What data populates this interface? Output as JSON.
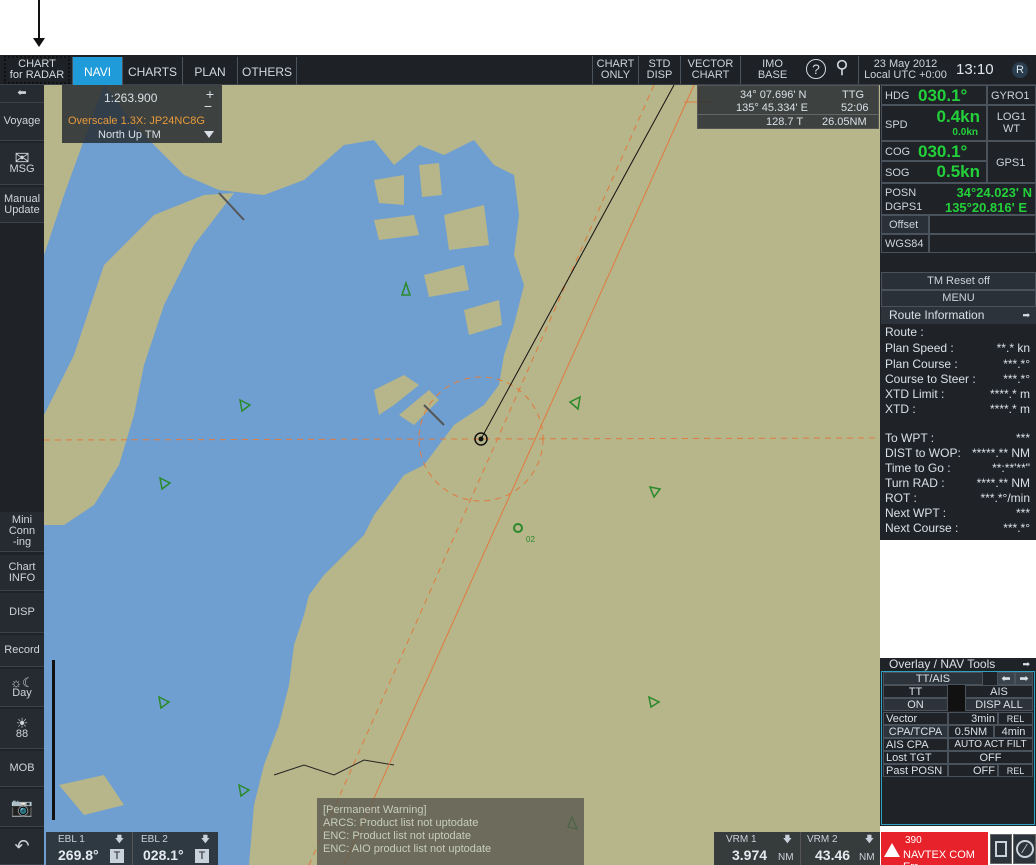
{
  "annotation": {
    "label_line1": "CHART",
    "label_line2": "for RADAR"
  },
  "tabs": {
    "navi": "NAVI",
    "charts": "CHARTS",
    "plan": "PLAN",
    "others": "OTHERS"
  },
  "topright": {
    "chart_only_1": "CHART",
    "chart_only_2": "ONLY",
    "std_disp_1": "STD",
    "std_disp_2": "DISP",
    "vector_chart_1": "VECTOR",
    "vector_chart_2": "CHART",
    "imo_base_1": "IMO",
    "imo_base_2": "BASE",
    "date": "23 May 2012",
    "utc": "Local UTC +0:00",
    "time": "13:10",
    "r_badge": "R"
  },
  "scale": {
    "value": "1:263.900",
    "overscale": "Overscale 1.3X: JP24NC8G",
    "mode": "North  Up TM"
  },
  "cursor": {
    "lat": "34° 07.696' N",
    "lon": "135° 45.334' E",
    "ttg_label": "TTG",
    "ttg": "52:06",
    "brg": "128.7  T",
    "dist": "26.05NM"
  },
  "sidebar": {
    "voyage": "Voyage",
    "msg": "MSG",
    "manual1": "Manual",
    "manual2": "Update",
    "mini1": "Mini",
    "mini2": "Conn",
    "mini3": "-ing",
    "chart1": "Chart",
    "chart2": "INFO",
    "disp": "DISP",
    "record": "Record",
    "day": "Day",
    "brill": "88",
    "mob": "MOB"
  },
  "nav": {
    "hdg_label": "HDG",
    "hdg": "030.1°",
    "gyro": "GYRO1",
    "spd_label": "SPD",
    "spd": "0.4kn",
    "spd2": "0.0kn",
    "log1": "LOG1",
    "log2": "WT",
    "cog_label": "COG",
    "cog": "030.1°",
    "sog_label": "SOG",
    "sog": "0.5kn",
    "gps": "GPS1",
    "posn_label": "POSN",
    "dgps": "DGPS1",
    "lat": "34°24.023' N",
    "lon": "135°20.816' E",
    "offset": "Offset",
    "wgs": "WGS84",
    "tm_reset": "TM Reset off",
    "menu": "MENU"
  },
  "route": {
    "title": "Route Information",
    "rows": [
      {
        "k": "Route :",
        "v": ""
      },
      {
        "k": "Plan Speed :",
        "v": "**.* kn"
      },
      {
        "k": "Plan Course :",
        "v": "***.*°"
      },
      {
        "k": "Course to Steer :",
        "v": "***.*°"
      },
      {
        "k": "XTD Limit :",
        "v": "****.* m"
      },
      {
        "k": "XTD :",
        "v": "****.* m"
      },
      {
        "k": "To WPT :",
        "v": "***"
      },
      {
        "k": "DIST to WOP:",
        "v": "*****.** NM"
      },
      {
        "k": "Time to Go :",
        "v": "**:**'**\""
      },
      {
        "k": "Turn RAD :",
        "v": "****.** NM"
      },
      {
        "k": "ROT :",
        "v": "***.*°/min"
      },
      {
        "k": "Next WPT :",
        "v": "***"
      },
      {
        "k": "Next Course :",
        "v": "***.*°"
      }
    ]
  },
  "overlay": {
    "title": "Overlay / NAV Tools",
    "ttais": "TT/AIS",
    "tt": "TT",
    "ais": "AIS",
    "on": "ON",
    "dispall": "DISP ALL",
    "vector": "Vector",
    "vec_val": "3min",
    "rel": "REL",
    "cpa": "CPA/TCPA",
    "cpa_val": "0.5NM",
    "tcpa_val": "4min",
    "aiscpa": "AIS CPA",
    "aiscpa_val": "AUTO ACT FILT",
    "lost": "Lost TGT",
    "lost_val": "OFF",
    "past": "Past POSN",
    "past_val": "OFF",
    "past_rel": "REL"
  },
  "warning": {
    "l1": "[Permanent Warning]",
    "l2": "ARCS: Product list not uptodate",
    "l3": "ENC: Product list not uptodate",
    "l4": "ENC: AIO product list not uptodate"
  },
  "ebl1": {
    "label": "EBL 1",
    "value": "269.8°",
    "t": "T"
  },
  "ebl2": {
    "label": "EBL 2",
    "value": "028.1°",
    "t": "T"
  },
  "vrm1": {
    "label": "VRM 1",
    "value": "3.974",
    "unit": "NM"
  },
  "vrm2": {
    "label": "VRM 2",
    "value": "43.46",
    "unit": "NM"
  },
  "alert": {
    "code": "390",
    "text": "NAVTEX COM Err."
  },
  "map_label": {
    "buoy": "02"
  },
  "colors": {
    "water": "#6f9fd0",
    "land": "#b7b58a",
    "active_tab": "#1f9bd9",
    "green": "#23d03a",
    "alert": "#e8222b"
  }
}
